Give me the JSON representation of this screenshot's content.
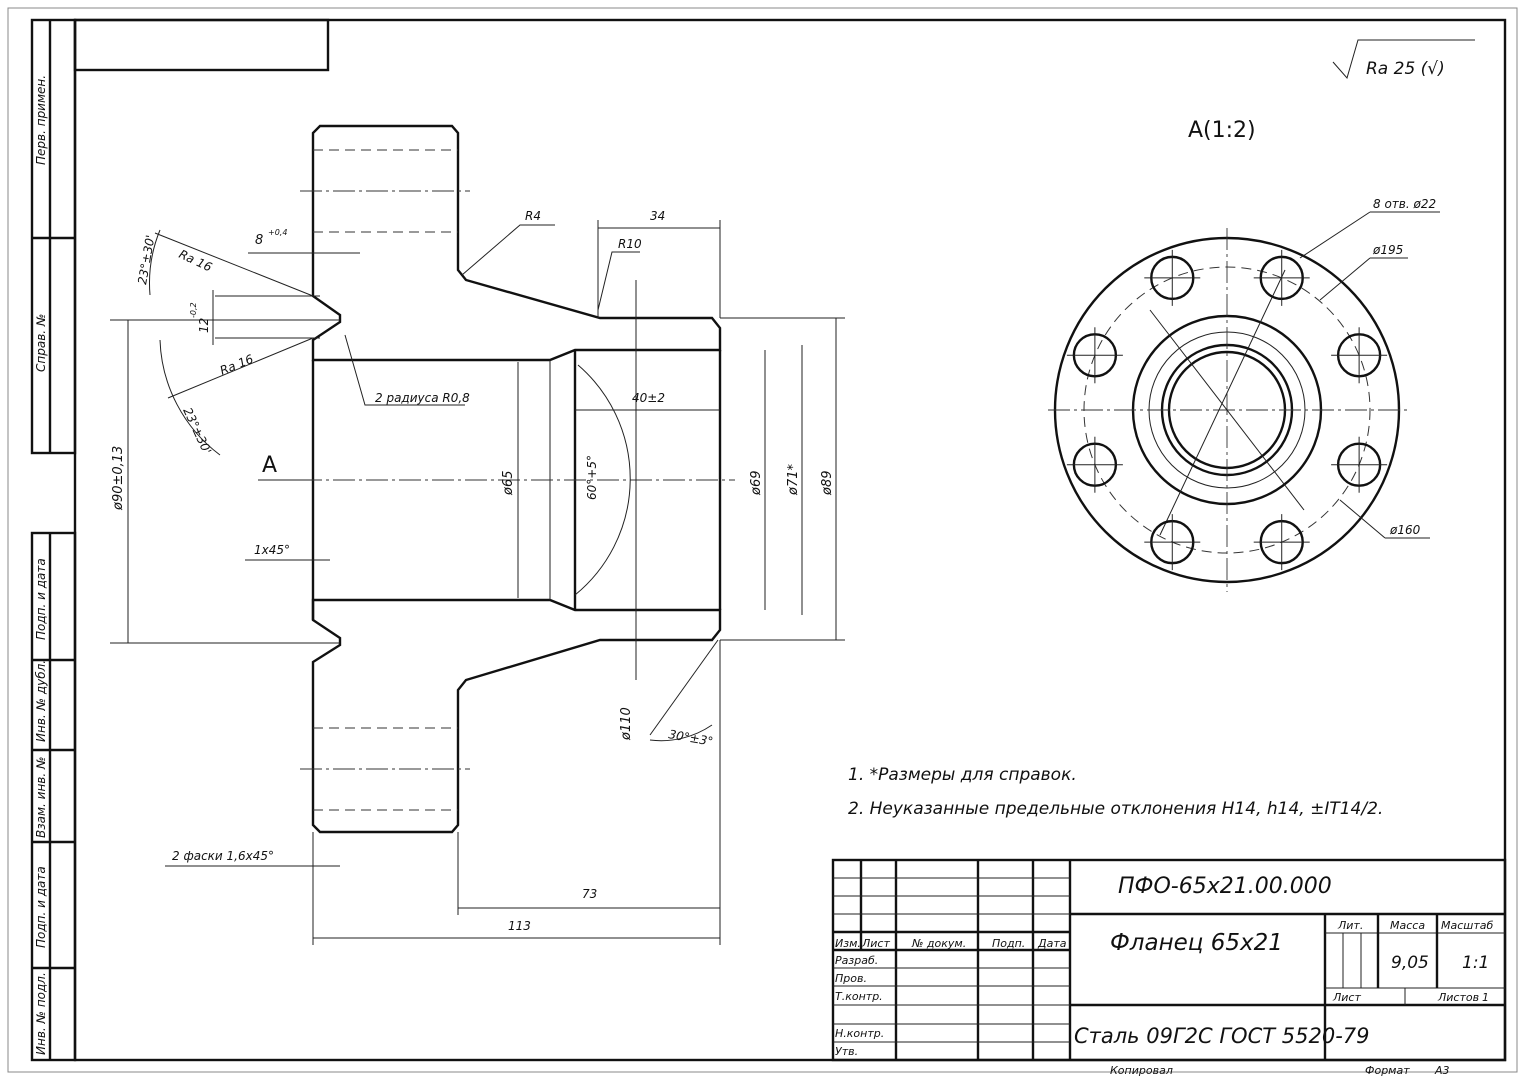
{
  "left_strip": [
    "Перв. примен.",
    "Справ. №",
    "Подп. и дата",
    "Инв. № дубл.",
    "Взам. инв. №",
    "Подп. и дата",
    "Инв. № подл."
  ],
  "roughness_general": "Ra 25 (√)",
  "view_label": "A(1:2)",
  "section_arrow_label": "A",
  "dimensions": {
    "d_8": "8",
    "d_8_tol": "+0,4",
    "r4": "R4",
    "r10": "R10",
    "d34": "34",
    "ang1": "23°±30'",
    "ang2": "23°±30'",
    "ra16a": "Ra 16",
    "ra16b": "Ra 16",
    "d12": "12",
    "d12_tol": "-0,2",
    "radii": "2 радиуса R0,8",
    "d40": "40±2",
    "phi90": "ø90±0,13",
    "phi65": "ø65",
    "cone": "60°+5°",
    "phi69": "ø69",
    "phi71": "ø71*",
    "phi89": "ø89",
    "ch1": "1x45°",
    "phi110": "ø110",
    "ang30": "30°±3°",
    "chamfers": "2 фаски 1,6x45°",
    "d73": "73",
    "d113": "113",
    "holes": "8 отв. ø22",
    "phi195": "ø195",
    "phi160": "ø160"
  },
  "notes": [
    "1. *Размеры для справок.",
    "2. Неуказанные предельные отклонения H14, h14, ±IT14/2."
  ],
  "title_block": {
    "designation": "ПФО-65х21.00.000",
    "name": "Фланец 65х21",
    "material": "Сталь 09Г2С ГОСТ 5520-79",
    "headers": {
      "izm": "Изм.",
      "list": "Лист",
      "doc": "№ докум.",
      "sign": "Подп.",
      "date": "Дата"
    },
    "roles": [
      "Разраб.",
      "Пров.",
      "Т.контр.",
      "Н.контр.",
      "Утв."
    ],
    "lit_label": "Лит.",
    "mass_label": "Масса",
    "scale_label": "Масштаб",
    "mass": "9,05",
    "scale": "1:1",
    "sheet_label": "Лист",
    "sheets_label": "Листов",
    "sheets": "1",
    "copied": "Копировал",
    "format_label": "Формат",
    "format": "А3"
  }
}
